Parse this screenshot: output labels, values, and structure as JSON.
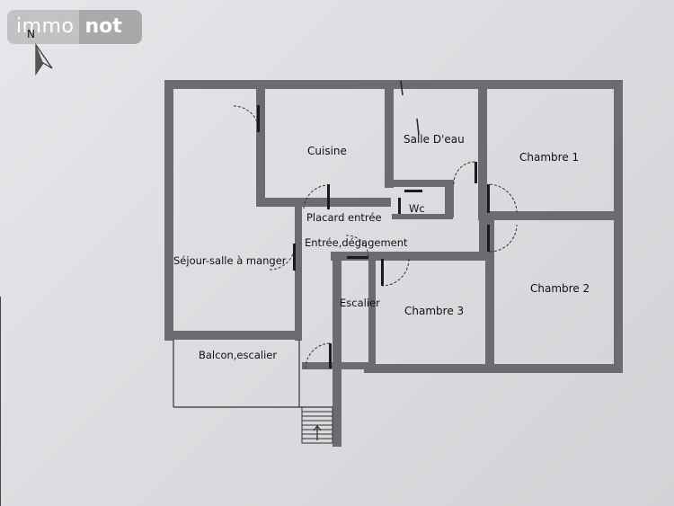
{
  "watermark": {
    "part1": "immo",
    "part2": "not"
  },
  "compass": {
    "label": "N"
  },
  "rooms": {
    "cuisine": "Cuisine",
    "salle_deau": "Salle D'eau",
    "chambre1": "Chambre 1",
    "wc": "Wc",
    "placard": "Placard entrée",
    "entree": "Entrée,dégagement",
    "sejour": "Séjour-salle à manger",
    "chambre2": "Chambre 2",
    "escalier": "Escalier",
    "chambre3": "Chambre 3",
    "balcon": "Balcon,escalier"
  },
  "colors": {
    "wall": "#6b6c6f",
    "wall_dark": "#55565a",
    "line": "#222222"
  }
}
